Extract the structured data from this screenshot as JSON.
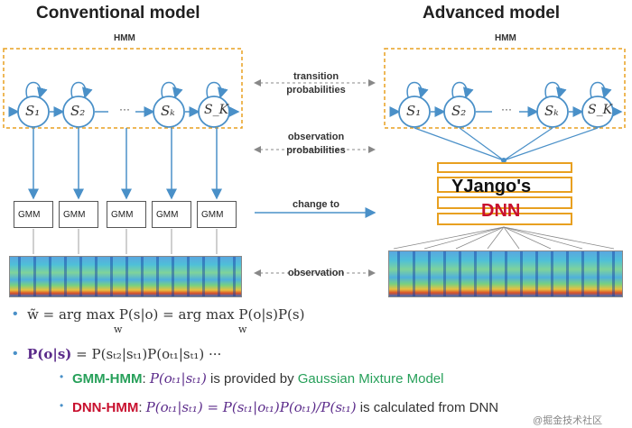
{
  "left": {
    "title": "Conventional model",
    "hmm_label": "HMM",
    "states": [
      "S₁",
      "S₂",
      "Sₖ",
      "S_K"
    ],
    "dots": "···",
    "gmm_labels": [
      "GMM",
      "GMM",
      "GMM",
      "GMM",
      "GMM"
    ]
  },
  "right": {
    "title": "Advanced model",
    "hmm_label": "HMM",
    "states": [
      "S₁",
      "S₂",
      "Sₖ",
      "S_K"
    ],
    "dots": "···",
    "dnn_brand": "YJango's",
    "dnn_label": "DNN"
  },
  "middle": {
    "transition_line1": "transition",
    "transition_line2": "probabilities",
    "observation_line1": "observation",
    "observation_line2": "probabilities",
    "change_to": "change to",
    "observation": "observation"
  },
  "formulas": {
    "line1": "w̃ = arg max P(s|o) = arg max P(o|s)P(s)",
    "line1_sub_w": "w",
    "line2_lhs": "P(o|s)",
    "line2_rhs": "= P(sₜ₂|sₜ₁)P(oₜ₁|sₜ₁) ···",
    "gmm_prefix": "GMM-HMM",
    "gmm_expr": "P(oₜ₁|sₜ₁)",
    "gmm_text1": "is provided by",
    "gmm_text2": "Gaussian Mixture Model",
    "dnn_prefix": "DNN-HMM",
    "dnn_expr": "P(oₜ₁|sₜ₁) = P(sₜ₁|oₜ₁)P(oₜ₁)/P(sₜ₁)",
    "dnn_text": "is calculated from DNN"
  },
  "watermark": "@掘金技术社区"
}
